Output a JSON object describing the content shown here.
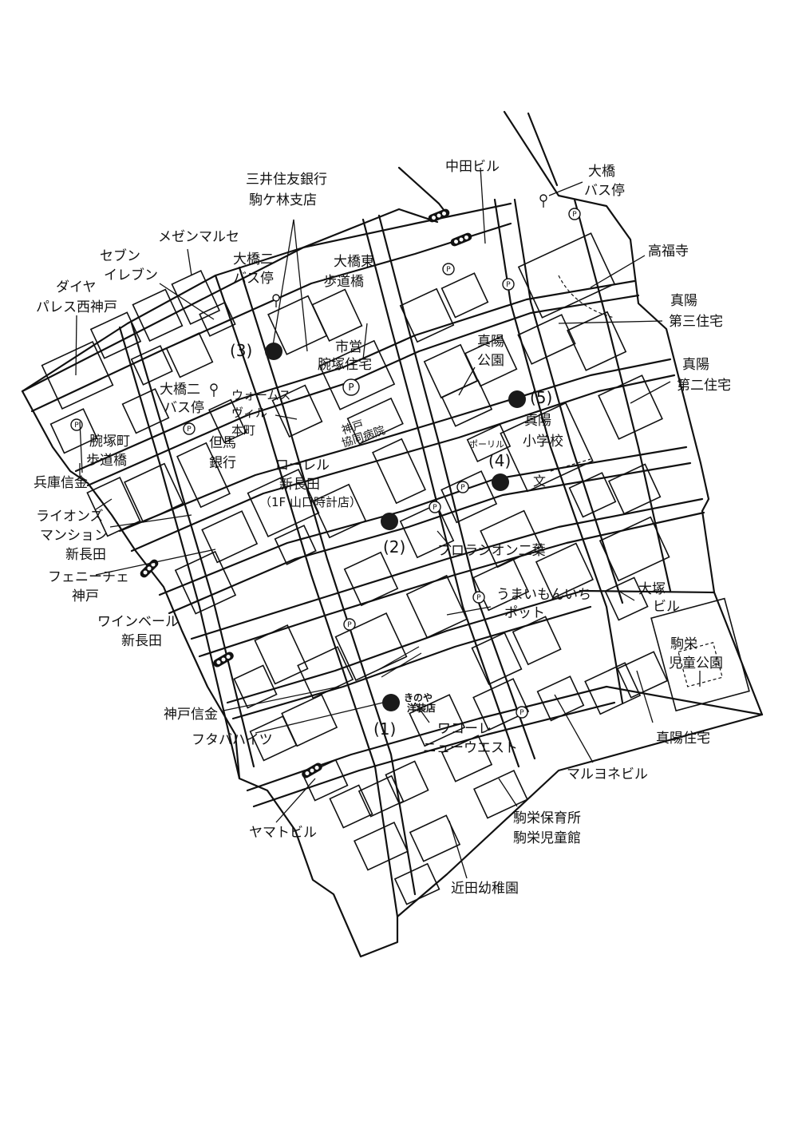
{
  "labels": {
    "nakata_bldg": "中田ビル",
    "ohashi_bus_a": "大橋",
    "ohashi_bus_b": "バス停",
    "mitsui_a": "三井住友銀行",
    "mitsui_b": "駒ケ林支店",
    "mezon": "メゼンマルセ",
    "seven_a": "セブン",
    "seven_b": "イレブン",
    "daiya_a": "ダイヤ",
    "daiya_b": "パレス西神戸",
    "ohashi2_bus1_a": "大橋二",
    "ohashi2_bus1_b": "バス停",
    "ohashi_east_a": "大橋東",
    "ohashi_east_b": "歩道橋",
    "kofukuji": "高福寺",
    "shinyo3_a": "真陽",
    "shinyo3_b": "第三住宅",
    "shinyo2_a": "真陽",
    "shinyo2_b": "第二住宅",
    "shiei_a": "市営",
    "shiei_b": "腕塚住宅",
    "shinyo_park_a": "真陽",
    "shinyo_park_b": "公園",
    "shinyo_school_a": "真陽",
    "shinyo_school_b": "小学校",
    "ohashi2_bus2_a": "大橋二",
    "ohashi2_bus2_b": "バス停",
    "walls_a": "ウォームス",
    "walls_b": "ヴィル",
    "walls_c": "本町",
    "kobe_hosp_a": "神戸",
    "kobe_hosp_b": "協同病院",
    "tajima_a": "但馬",
    "tajima_b": "銀行",
    "laurel_a": "ローレル",
    "laurel_b": "新長田",
    "laurel_c": "（1F 山口時計店）",
    "wanzuka_a": "腕塚町",
    "wanzuka_b": "歩道橋",
    "hyogo_shinkin": "兵庫信金",
    "lions_a": "ライオンズ",
    "lions_b": "マンション",
    "lions_c": "新長田",
    "fenice_a": "フェニーチェ",
    "fenice_b": "神戸",
    "furorashion": "フロラシオン二葉",
    "umaimon_a": "うまいもんいち",
    "umaimon_b": "ポット",
    "otsuka_a": "大塚",
    "otsuka_b": "ビル",
    "winbell_a": "ワインベール",
    "winbell_b": "新長田",
    "komae_park_a": "駒栄",
    "komae_park_b": "児童公園",
    "kobe_shinkin": "神戸信金",
    "futaba": "フタバハイツ",
    "kinoya_a": "きのや",
    "kinoya_b": "洋装店",
    "wacoal_a": "ワコーレ",
    "wacoal_b": "ニューウエスト",
    "shinyo_jutaku": "真陽住宅",
    "maruyone": "マルヨネビル",
    "komae_hoiku_a": "駒栄保育所",
    "komae_hoiku_b": "駒栄児童館",
    "yamato": "ヤマトビル",
    "chikata": "近田幼稚園",
    "poly_school": "ポーリル",
    "school_mark": "文"
  },
  "markers": {
    "m1": "(1)",
    "m2": "(2)",
    "m3": "(3)",
    "m4": "(4)",
    "m5": "(5)"
  },
  "parking": {
    "symbol": "P"
  },
  "colors": {
    "ink": "#111111",
    "paper": "#ffffff"
  }
}
